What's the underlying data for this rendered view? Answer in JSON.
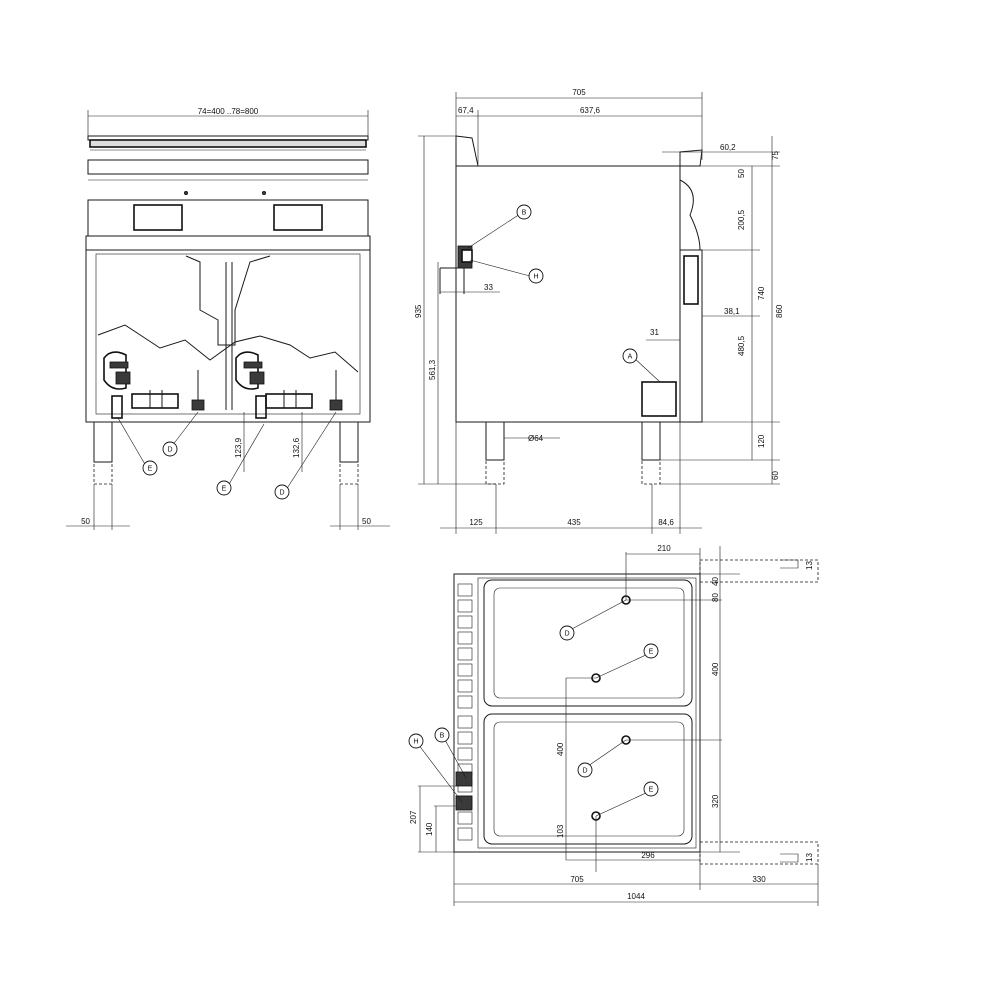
{
  "front_view": {
    "top_dim": "74=400 ..78=800",
    "left_leg_dim": "50",
    "right_leg_dim": "50",
    "dim_a": "123,9",
    "dim_b": "132,6",
    "callouts": [
      "D",
      "E",
      "E",
      "D"
    ]
  },
  "side_view": {
    "overall_depth": "705",
    "left_offset": "67,4",
    "top_depth": "637,6",
    "right_offset": "60,2",
    "right_top": "75",
    "right_d1": "50",
    "right_d2": "200,5",
    "right_d3": "740",
    "right_d4": "860",
    "right_d5": "38,1",
    "right_d6": "480,5",
    "right_d7": "120",
    "right_d8": "60",
    "height_total": "935",
    "height_mid": "561,3",
    "dim_33": "33",
    "dim_31": "31",
    "diam": "Ø64",
    "bottom_left": "125",
    "bottom_mid": "435",
    "bottom_right": "84,6",
    "callouts": [
      "B",
      "H",
      "A"
    ]
  },
  "top_view": {
    "top_width": "210",
    "d_40": "40",
    "d_80": "80",
    "d_400": "400",
    "d_400_inner": "400",
    "d_320": "320",
    "d_103": "103",
    "d_207": "207",
    "d_140": "140",
    "d_296": "296",
    "width_705": "705",
    "width_330": "330",
    "width_total": "1044",
    "side_note_top": "13",
    "side_note_bottom": "13",
    "callouts": [
      "D",
      "E",
      "D",
      "E",
      "H",
      "B"
    ]
  }
}
